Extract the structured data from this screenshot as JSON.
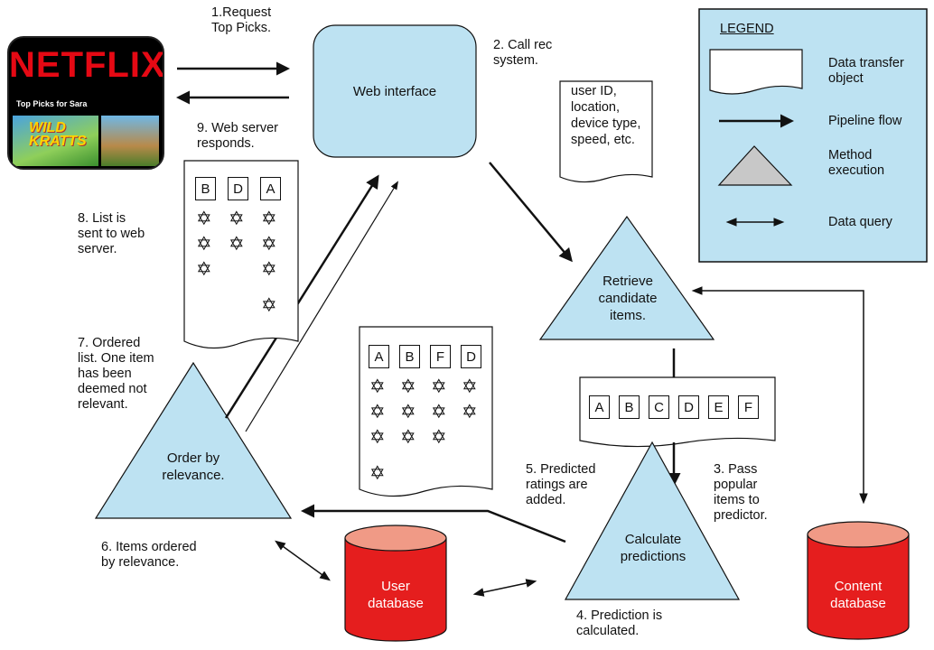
{
  "netflix": {
    "logo": "NETFLIX",
    "row_title": "Top Picks for Sara",
    "tile_title": "WILD KRATTS"
  },
  "nodes": {
    "web_interface": "Web interface",
    "retrieve": "Retrieve\ncandidate\nitems.",
    "calculate": "Calculate\npredictions",
    "order": "Order by\nrelevance.",
    "user_db": "User\ndatabase",
    "content_db": "Content\ndatabase"
  },
  "steps": {
    "s1": "1.Request\nTop Picks.",
    "s2": "2. Call rec\nsystem.",
    "s3": "3. Pass\npopular\nitems to\npredictor.",
    "s4": "4. Prediction is\ncalculated.",
    "s5": "5. Predicted\nratings are\nadded.",
    "s6": "6. Items ordered\nby relevance.",
    "s7": "7. Ordered\nlist. One item\nhas been\ndeemed not\nrelevant.",
    "s8": "8. List is\nsent to web\nserver.",
    "s9": "9. Web server\nresponds."
  },
  "request_object": "user ID,\nlocation,\ndevice type,\nspeed, etc.",
  "candidate_items": [
    "A",
    "B",
    "C",
    "D",
    "E",
    "F"
  ],
  "predicted_items": [
    {
      "letter": "A",
      "stars": 4
    },
    {
      "letter": "B",
      "stars": 3
    },
    {
      "letter": "F",
      "stars": 3
    },
    {
      "letter": "D",
      "stars": 2
    }
  ],
  "ordered_items": [
    {
      "letter": "B",
      "stars": 3
    },
    {
      "letter": "D",
      "stars": 2
    },
    {
      "letter": "A",
      "stars": 4
    }
  ],
  "legend": {
    "title": "LEGEND",
    "items": [
      "Data transfer\nobject",
      "Pipeline flow",
      "Method\nexecution",
      "Data query"
    ]
  },
  "colors": {
    "node_fill": "#bde2f2",
    "legend_fill": "#bde2f2",
    "db_fill": "#e51e1e",
    "db_top": "#f09a86",
    "triangle_gray": "#c8c8c8"
  }
}
